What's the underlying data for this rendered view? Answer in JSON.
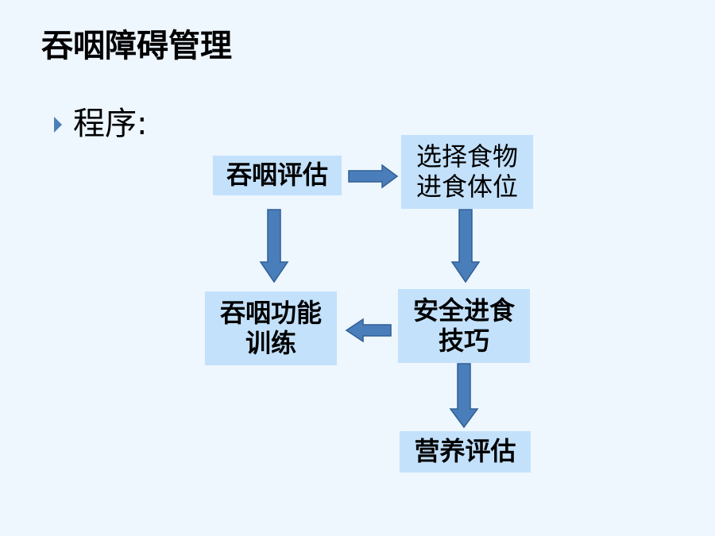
{
  "slide": {
    "title": "吞咽障碍管理",
    "bullet": "程序:"
  },
  "flowchart": {
    "nodes": {
      "swallow_assessment": [
        "吞咽评估"
      ],
      "food_and_posture": [
        "选择食物",
        "进食体位"
      ],
      "swallow_training": [
        "吞咽功能",
        "训练"
      ],
      "safe_eating": [
        "安全进食",
        "技巧"
      ],
      "nutrition_assessment": [
        "营养评估"
      ]
    },
    "colors": {
      "box_fill": "#c3e1fb",
      "arrow_fill": "#4a7ebb",
      "arrow_stroke": "#2f5f95",
      "background": "#eef6fe"
    }
  }
}
